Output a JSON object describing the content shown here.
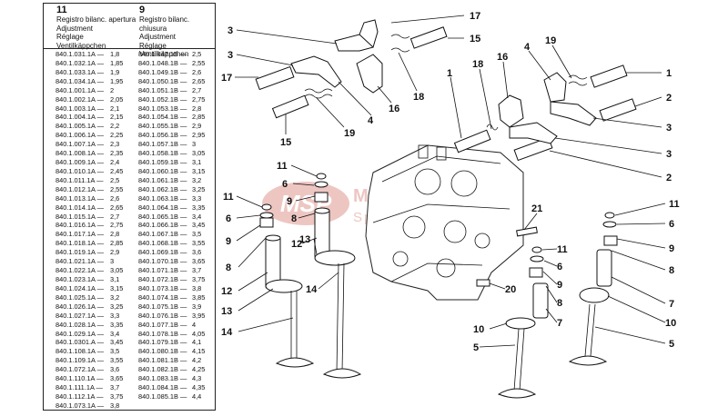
{
  "table": {
    "col_left": {
      "number": "11",
      "titles": [
        "Registro bilanc. apertura",
        "Adjustment",
        "Réglage",
        "Ventilkäppchen"
      ]
    },
    "col_right": {
      "number": "9",
      "titles": [
        "Registro bilanc. chiusura",
        "Adjustment",
        "Réglage",
        "Ventilkäppchen"
      ]
    },
    "rows": [
      {
        "c1": "840.1.031.1A —",
        "v1": "1,8",
        "c2": "840.1.047.1B —",
        "v2": "2,5"
      },
      {
        "c1": "840.1.032.1A —",
        "v1": "1,85",
        "c2": "840.1.048.1B —",
        "v2": "2,55"
      },
      {
        "c1": "840.1.033.1A —",
        "v1": "1,9",
        "c2": "840.1.049.1B —",
        "v2": "2,6"
      },
      {
        "c1": "840.1.034.1A —",
        "v1": "1,95",
        "c2": "840.1.050.1B —",
        "v2": "2,65"
      },
      {
        "c1": "840.1.001.1A —",
        "v1": "2",
        "c2": "840.1.051.1B —",
        "v2": "2,7"
      },
      {
        "c1": "840.1.002.1A —",
        "v1": "2,05",
        "c2": "840.1.052.1B —",
        "v2": "2,75"
      },
      {
        "c1": "840.1.003.1A —",
        "v1": "2,1",
        "c2": "840.1.053.1B —",
        "v2": "2,8"
      },
      {
        "c1": "840.1.004.1A —",
        "v1": "2,15",
        "c2": "840.1.054.1B —",
        "v2": "2,85"
      },
      {
        "c1": "840.1.005.1A —",
        "v1": "2,2",
        "c2": "840.1.055.1B —",
        "v2": "2,9"
      },
      {
        "c1": "840.1.006.1A —",
        "v1": "2,25",
        "c2": "840.1.056.1B —",
        "v2": "2,95"
      },
      {
        "c1": "840.1.007.1A —",
        "v1": "2,3",
        "c2": "840.1.057.1B —",
        "v2": "3"
      },
      {
        "c1": "840.1.008.1A —",
        "v1": "2,35",
        "c2": "840.1.058.1B —",
        "v2": "3,05"
      },
      {
        "c1": "840.1.009.1A —",
        "v1": "2,4",
        "c2": "840.1.059.1B —",
        "v2": "3,1"
      },
      {
        "c1": "840.1.010.1A —",
        "v1": "2,45",
        "c2": "840.1.060.1B —",
        "v2": "3,15"
      },
      {
        "c1": "840.1.011.1A —",
        "v1": "2,5",
        "c2": "840.1.061.1B —",
        "v2": "3,2"
      },
      {
        "c1": "840.1.012.1A —",
        "v1": "2,55",
        "c2": "840.1.062.1B —",
        "v2": "3,25"
      },
      {
        "c1": "840.1.013.1A —",
        "v1": "2,6",
        "c2": "840.1.063.1B —",
        "v2": "3,3"
      },
      {
        "c1": "840.1.014.1A —",
        "v1": "2,65",
        "c2": "840.1.064.1B —",
        "v2": "3,35"
      },
      {
        "c1": "840.1.015.1A —",
        "v1": "2,7",
        "c2": "840.1.065.1B —",
        "v2": "3,4"
      },
      {
        "c1": "840.1.016.1A —",
        "v1": "2,75",
        "c2": "840.1.066.1B —",
        "v2": "3,45"
      },
      {
        "c1": "840.1.017.1A —",
        "v1": "2,8",
        "c2": "840.1.067.1B —",
        "v2": "3,5"
      },
      {
        "c1": "840.1.018.1A —",
        "v1": "2,85",
        "c2": "840.1.068.1B —",
        "v2": "3,55"
      },
      {
        "c1": "840.1.019.1A —",
        "v1": "2,9",
        "c2": "840.1.069.1B —",
        "v2": "3,6"
      },
      {
        "c1": "840.1.021.1A —",
        "v1": "3",
        "c2": "840.1.070.1B —",
        "v2": "3,65"
      },
      {
        "c1": "840.1.022.1A —",
        "v1": "3,05",
        "c2": "840.1.071.1B —",
        "v2": "3,7"
      },
      {
        "c1": "840.1.023.1A —",
        "v1": "3,1",
        "c2": "840.1.072.1B —",
        "v2": "3,75"
      },
      {
        "c1": "840.1.024.1A —",
        "v1": "3,15",
        "c2": "840.1.073.1B —",
        "v2": "3,8"
      },
      {
        "c1": "840.1.025.1A —",
        "v1": "3,2",
        "c2": "840.1.074.1B —",
        "v2": "3,85"
      },
      {
        "c1": "840.1.026.1A —",
        "v1": "3,25",
        "c2": "840.1.075.1B —",
        "v2": "3,9"
      },
      {
        "c1": "840.1.027.1A —",
        "v1": "3,3",
        "c2": "840.1.076.1B —",
        "v2": "3,95"
      },
      {
        "c1": "840.1.028.1A —",
        "v1": "3,35",
        "c2": "840.1.077.1B —",
        "v2": "4"
      },
      {
        "c1": "840.1.029.1A —",
        "v1": "3,4",
        "c2": "840.1.078.1B —",
        "v2": "4,05"
      },
      {
        "c1": "840.1.0301.A —",
        "v1": "3,45",
        "c2": "840.1.079.1B —",
        "v2": "4,1"
      },
      {
        "c1": "840.1.108.1A —",
        "v1": "3,5",
        "c2": "840.1.080.1B —",
        "v2": "4,15"
      },
      {
        "c1": "840.1.109.1A —",
        "v1": "3,55",
        "c2": "840.1.081.1B —",
        "v2": "4,2"
      },
      {
        "c1": "840.1.072.1A —",
        "v1": "3,6",
        "c2": "840.1.082.1B —",
        "v2": "4,25"
      },
      {
        "c1": "840.1.110.1A —",
        "v1": "3,65",
        "c2": "840.1.083.1B —",
        "v2": "4,3"
      },
      {
        "c1": "840.1.111.1A —",
        "v1": "3,7",
        "c2": "840.1.084.1B —",
        "v2": "4,35"
      },
      {
        "c1": "840.1.112.1A —",
        "v1": "3,75",
        "c2": "840.1.085.1B —",
        "v2": "4,4"
      },
      {
        "c1": "840.1.073.1A —",
        "v1": "3,8",
        "c2": "",
        "v2": ""
      }
    ]
  },
  "watermark": {
    "brand": "MSP",
    "line1": "Motorcycle",
    "line2": "Spare Parts",
    "color": "#e7b3ae"
  },
  "callouts": {
    "c3a": "3",
    "c3b": "3",
    "c17a": "17",
    "c15a": "15",
    "c19a": "19",
    "c16a": "16",
    "c4a": "4",
    "c18a": "18",
    "c17b": "17",
    "c15b": "15",
    "c1a": "1",
    "c18b": "18",
    "c16b": "16",
    "c4b": "4",
    "c19b": "19",
    "c1b": "1",
    "c2a": "2",
    "c3c": "3",
    "c3d": "3",
    "c2b": "2",
    "c11a": "11",
    "c6a": "6",
    "c9a": "9",
    "c8a": "8",
    "c12a": "12",
    "c11b": "11",
    "c6b": "6",
    "c9b": "9",
    "c8b": "8",
    "c12b": "12",
    "c13a": "13",
    "c13b": "13",
    "c14a": "14",
    "c14b": "14",
    "c21": "21",
    "c11c": "11",
    "c6c": "6",
    "c9c": "9",
    "c8c": "8",
    "c7a": "7",
    "c20": "20",
    "c11d": "11",
    "c6d": "6",
    "c9d": "9",
    "c8d": "8",
    "c7b": "7",
    "c10a": "10",
    "c10b": "10",
    "c5a": "5",
    "c5b": "5"
  }
}
